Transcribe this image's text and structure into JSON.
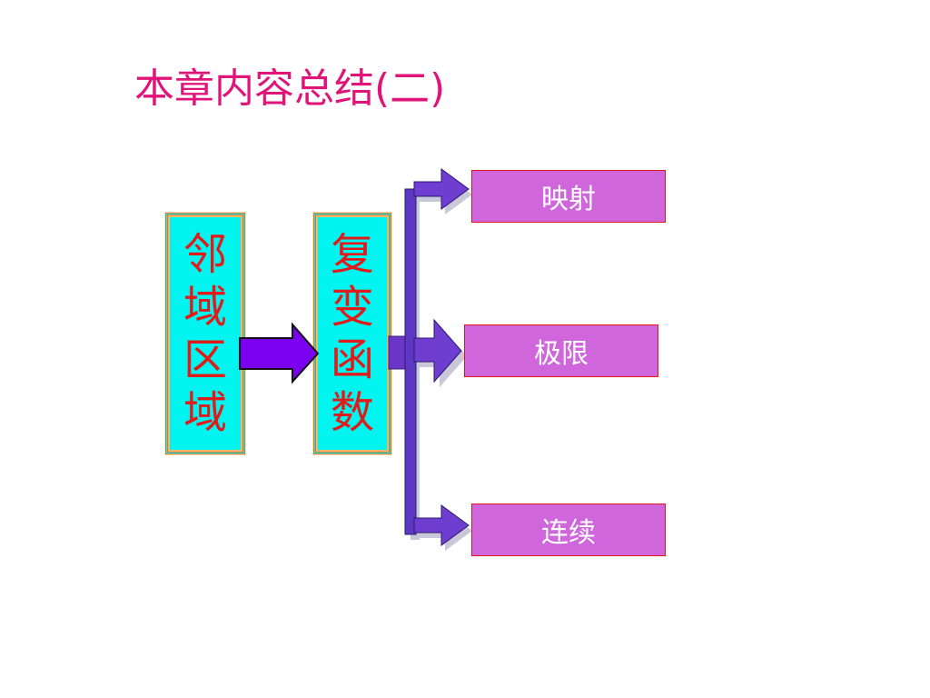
{
  "title": "本章内容总结(二)",
  "left_box": {
    "chars": [
      "邻",
      "域",
      "区",
      "域"
    ]
  },
  "center_box": {
    "chars": [
      "复",
      "变",
      "函",
      "数"
    ]
  },
  "branches": [
    "映射",
    "极限",
    "连续"
  ],
  "colors": {
    "title": "#e0157a",
    "vertical_box_fill": "#00f5f0",
    "vertical_box_text": "#e11a1a",
    "branch_fill": "#cf66dc",
    "branch_border": "#e21818",
    "main_arrow_fill": "#7b00f0",
    "branch_arrow_fill": "#6f3dd0"
  }
}
